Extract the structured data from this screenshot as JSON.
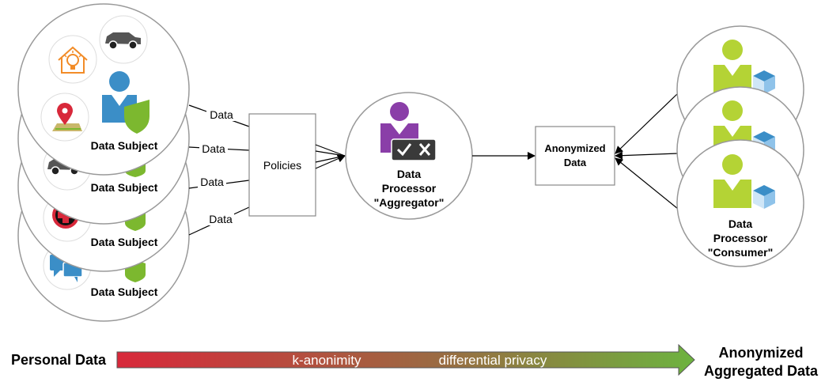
{
  "subjects": [
    {
      "label": "Data Subject"
    },
    {
      "label": "Data Subject"
    },
    {
      "label": "Data Subject"
    },
    {
      "label": "Data Subject"
    }
  ],
  "flows": {
    "edge_label": "Data"
  },
  "policies": {
    "label": "Policies"
  },
  "aggregator": {
    "line1": "Data",
    "line2": "Processor",
    "line3": "\"Aggregator\""
  },
  "anonymized": {
    "line1": "Anonymized",
    "line2": "Data"
  },
  "consumer": {
    "line1": "Data",
    "line2": "Processor",
    "line3": "\"Consumer\""
  },
  "spectrum": {
    "left_label": "Personal Data",
    "mid_label_1": "k-anonimity",
    "mid_label_2": "differential privacy",
    "right_label_1": "Anonymized",
    "right_label_2": "Aggregated Data",
    "colors": {
      "start": "#d8283a",
      "end": "#6db33f"
    }
  },
  "icons": {
    "subject_person": "person-shield-icon",
    "aggregator_person": "person-check-x-icon",
    "consumer_person": "person-cube-icon",
    "badges": [
      "smart-home-icon",
      "car-icon",
      "map-pin-icon",
      "car-icon",
      "medical-cross-icon",
      "chat-bubbles-icon"
    ]
  },
  "colors": {
    "subject_blue": "#3b8ec7",
    "shield_green": "#7cb82f",
    "aggregator_purple": "#8a3ea8",
    "consumer_green": "#b4d335",
    "cube_blue": "#3b8ec7"
  }
}
